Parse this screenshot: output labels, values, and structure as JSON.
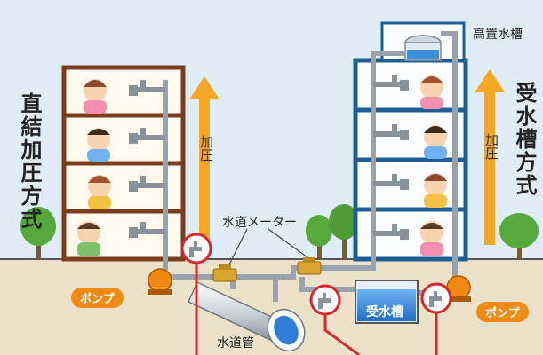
{
  "labels": {
    "left_title": "直結加圧方式",
    "right_title": "受水槽方式",
    "left_arrow": "加圧",
    "right_arrow": "加圧",
    "water_meter": "水道メーター",
    "elevated_tank": "高置水槽",
    "receiving_tank": "受水槽",
    "water_main": "水道管",
    "pump_left": "ポンプ",
    "pump_right": "ポンプ"
  },
  "colors": {
    "sky": "#dfeef6",
    "ground": "#ece2c9",
    "left_building": "#7a3e1d",
    "right_building": "#1f5d94",
    "pipe": "#9aa3ab",
    "arrow": "#f5a623",
    "pump": "#f08a12",
    "highlight": "#d9262c",
    "water": "#2f7fd8"
  }
}
